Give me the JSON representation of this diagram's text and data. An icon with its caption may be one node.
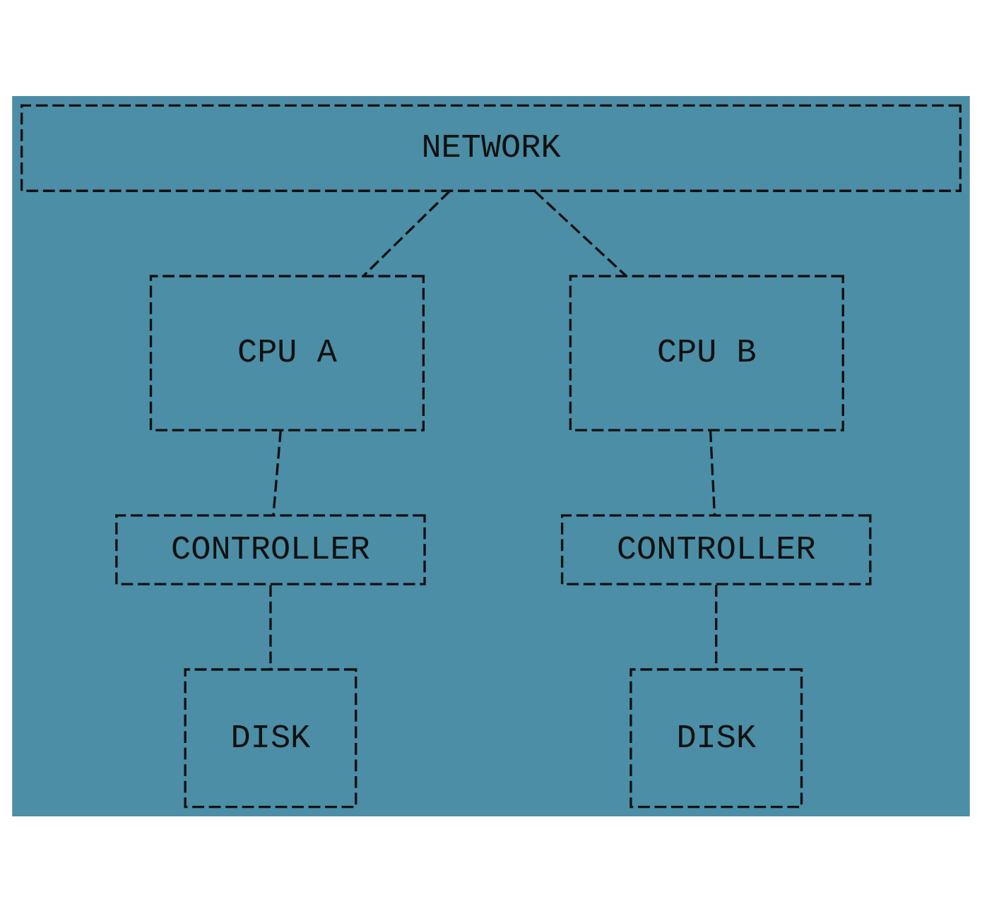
{
  "diagram": {
    "nodes": [
      {
        "text": [
          "NETWORK"
        ]
      },
      {
        "text": [
          "CPU A"
        ]
      },
      {
        "text": [
          "CPU B"
        ]
      },
      {
        "text": [
          "CONTROLLER"
        ]
      },
      {
        "text": [
          "CONTROLLER"
        ]
      },
      {
        "text": [
          "DISK"
        ]
      },
      {
        "text": [
          "DISK"
        ]
      }
    ],
    "edges": [
      {
        "from": 0,
        "to": 1,
        "arrow": "none",
        "style": "dashed"
      },
      {
        "from": 0,
        "to": 2,
        "arrow": "none",
        "style": "dashed"
      },
      {
        "from": 1,
        "to": 3,
        "arrow": "none",
        "style": "dashed"
      },
      {
        "from": 2,
        "to": 4,
        "arrow": "none",
        "style": "dashed"
      },
      {
        "from": 3,
        "to": 5,
        "arrow": "none",
        "style": "dashed"
      },
      {
        "from": 4,
        "to": 6,
        "arrow": "none",
        "style": "dashed"
      }
    ]
  }
}
